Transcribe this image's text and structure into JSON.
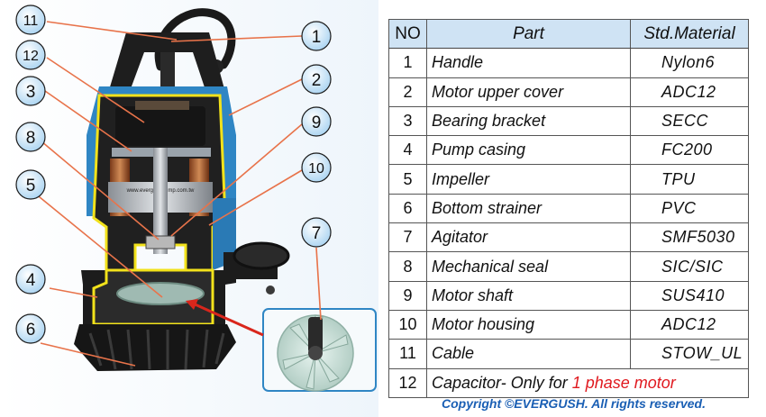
{
  "callouts": [
    "1",
    "2",
    "3",
    "4",
    "5",
    "6",
    "7",
    "8",
    "9",
    "10",
    "11",
    "12"
  ],
  "watermark": "www.evergushpump.com.tw",
  "table": {
    "headers": {
      "no": "NO",
      "part": "Part",
      "material": "Std.Material"
    },
    "rows": [
      {
        "no": "1",
        "part": "Handle",
        "material": "Nylon6"
      },
      {
        "no": "2",
        "part": "Motor upper cover",
        "material": "ADC12"
      },
      {
        "no": "3",
        "part": "Bearing bracket",
        "material": "SECC"
      },
      {
        "no": "4",
        "part": "Pump casing",
        "material": "FC200"
      },
      {
        "no": "5",
        "part": "Impeller",
        "material": "TPU"
      },
      {
        "no": "6",
        "part": "Bottom strainer",
        "material": "PVC"
      },
      {
        "no": "7",
        "part": "Agitator",
        "material": "SMF5030"
      },
      {
        "no": "8",
        "part": "Mechanical seal",
        "material": "SIC/SIC"
      },
      {
        "no": "9",
        "part": "Motor shaft",
        "material": "SUS410"
      },
      {
        "no": "10",
        "part": "Motor housing",
        "material": "ADC12"
      },
      {
        "no": "11",
        "part": "Cable",
        "material": "STOW_UL"
      }
    ],
    "last_row": {
      "no": "12",
      "text": "Capacitor- Only  for ",
      "highlight": "1 phase motor"
    }
  },
  "copyright": "Copyright ©EVERGUSH. All rights reserved.",
  "colors": {
    "callout_fill": "#c9e4f7",
    "callout_stroke": "#1b1b1b",
    "leader": "#e8734a",
    "pump_blue": "#2f86c4",
    "pump_black": "#1c1c1c",
    "cutaway_outline": "#f2e21b",
    "header_fill": "#cfe3f4",
    "highlight_red": "#e0191f",
    "copyright_blue": "#1a5fb4"
  }
}
